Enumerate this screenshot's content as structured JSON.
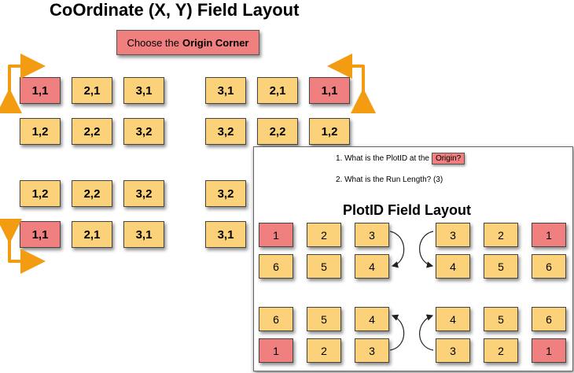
{
  "title": "CoOrdinate (X, Y) Field Layout",
  "choose": {
    "prefix": "Choose the",
    "bold": "Origin Corner"
  },
  "coord_grid": {
    "top_left": [
      [
        "1,1",
        "2,1",
        "3,1"
      ],
      [
        "1,2",
        "2,2",
        "3,2"
      ]
    ],
    "top_right": [
      [
        "3,1",
        "2,1",
        "1,1"
      ],
      [
        "3,2",
        "2,2",
        "1,2"
      ]
    ],
    "bottom_left": [
      [
        "1,2",
        "2,2",
        "3,2"
      ],
      [
        "1,1",
        "2,1",
        "3,1"
      ]
    ],
    "bottom_right": [
      [
        "3,2"
      ],
      [
        "3,1"
      ]
    ]
  },
  "panel": {
    "question1": "1. What is the PlotID at the",
    "origin_label": "Origin?",
    "question2": "2. What is the Run Length?  (3)",
    "title": "PlotID Field Layout",
    "rows": [
      [
        "1",
        "2",
        "3",
        "3",
        "2",
        "1"
      ],
      [
        "6",
        "5",
        "4",
        "4",
        "5",
        "6"
      ],
      [
        "6",
        "5",
        "4",
        "4",
        "5",
        "6"
      ],
      [
        "1",
        "2",
        "3",
        "3",
        "2",
        "1"
      ]
    ]
  },
  "colors": {
    "origin": "#f08080",
    "plot": "#fbd27a",
    "arrow": "#f39c12"
  },
  "icons": [
    "corner-arrow-icon",
    "curved-arrow-icon"
  ]
}
